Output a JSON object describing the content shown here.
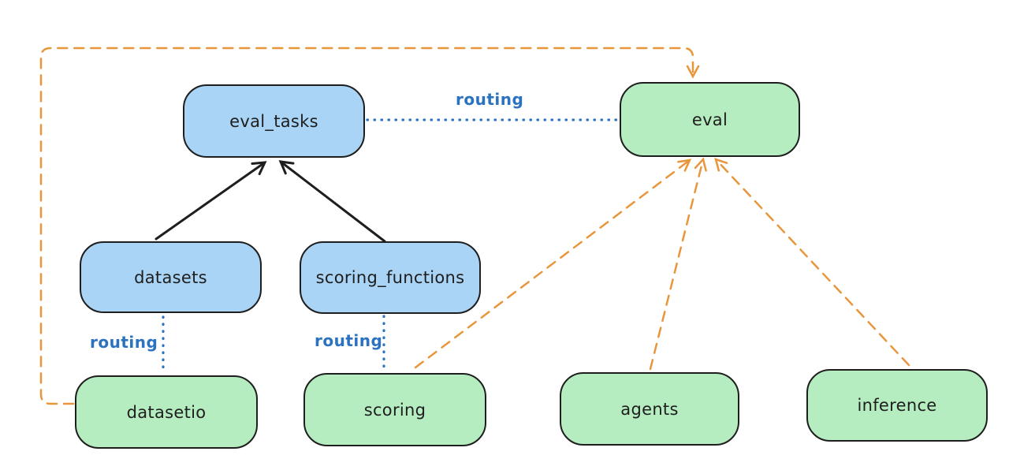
{
  "diagram": {
    "nodes": [
      {
        "id": "eval_tasks",
        "label": "eval_tasks",
        "fill": "#a9d4f5",
        "kind": "api"
      },
      {
        "id": "eval",
        "label": "eval",
        "fill": "#b5edc1",
        "kind": "provider"
      },
      {
        "id": "datasets",
        "label": "datasets",
        "fill": "#a9d4f5",
        "kind": "api"
      },
      {
        "id": "scoring_functions",
        "label": "scoring_functions",
        "fill": "#a9d4f5",
        "kind": "api"
      },
      {
        "id": "datasetio",
        "label": "datasetio",
        "fill": "#b5edc1",
        "kind": "provider"
      },
      {
        "id": "scoring",
        "label": "scoring",
        "fill": "#b5edc1",
        "kind": "provider"
      },
      {
        "id": "agents",
        "label": "agents",
        "fill": "#b5edc1",
        "kind": "provider"
      },
      {
        "id": "inference",
        "label": "inference",
        "fill": "#b5edc1",
        "kind": "provider"
      }
    ],
    "edge_labels": [
      {
        "id": "routing-eval_tasks-eval",
        "text": "routing"
      },
      {
        "id": "routing-datasets-datasetio",
        "text": "routing"
      },
      {
        "id": "routing-scoring_functions-scoring",
        "text": "routing"
      }
    ],
    "edges": [
      {
        "from": "datasets",
        "to": "eval_tasks",
        "style": "solid-black-arrow"
      },
      {
        "from": "scoring_functions",
        "to": "eval_tasks",
        "style": "solid-black-arrow"
      },
      {
        "from": "eval_tasks",
        "to": "eval",
        "style": "dotted-blue",
        "label": "routing"
      },
      {
        "from": "datasets",
        "to": "datasetio",
        "style": "dotted-blue",
        "label": "routing"
      },
      {
        "from": "scoring_functions",
        "to": "scoring",
        "style": "dotted-blue",
        "label": "routing"
      },
      {
        "from": "scoring",
        "to": "eval",
        "style": "dashed-orange-arrow"
      },
      {
        "from": "agents",
        "to": "eval",
        "style": "dashed-orange-arrow"
      },
      {
        "from": "inference",
        "to": "eval",
        "style": "dashed-orange-arrow"
      },
      {
        "from": "datasetio",
        "to": "eval",
        "style": "dashed-orange-arrow-loop"
      }
    ],
    "colors": {
      "background": "#ffffff",
      "node_border": "#1e1e1e",
      "api_blue_fill": "#a9d4f5",
      "provider_green_fill": "#b5edc1",
      "routing_blue": "#2b72c0",
      "dependency_orange": "#e8963c",
      "arrow_black": "#1e1e1e"
    }
  }
}
